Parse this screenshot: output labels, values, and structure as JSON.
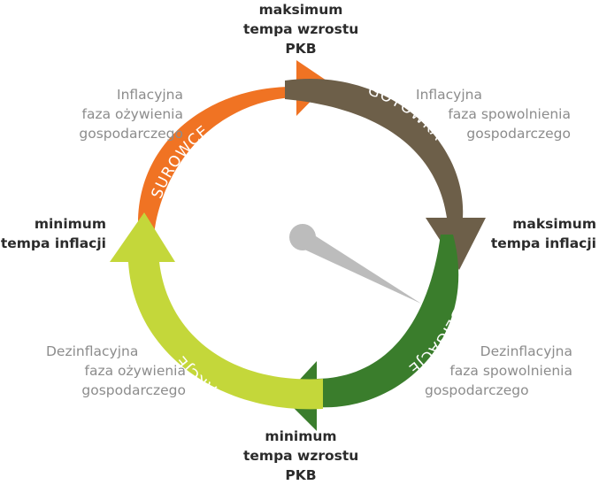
{
  "labels": {
    "top": [
      "maksimum",
      "tempa wzrostu",
      "PKB"
    ],
    "bottom": [
      "minimum",
      "tempa wzrostu",
      "PKB"
    ],
    "left": [
      "minimum",
      "tempa inflacji"
    ],
    "right": [
      "maksimum",
      "tempa inflacji"
    ]
  },
  "phases": {
    "top_left": [
      "Inflacyjna",
      "faza ożywienia",
      "gospodarczego"
    ],
    "top_right": [
      "Inflacyjna",
      "faza spowolnienia",
      "gospodarczego"
    ],
    "bottom_left": [
      "Dezinflacyjna",
      "faza ożywienia",
      "gospodarczego"
    ],
    "bottom_right": [
      "Dezinflacyjna",
      "faza spowolnienia",
      "gospodarczego"
    ]
  },
  "arrows": {
    "surowce": "SUROWCE",
    "gotowka": "GOTÓWKA",
    "obligacje": "OBLIGACJE",
    "akcje": "AKCJE"
  },
  "colors": {
    "surowce": "#f07323",
    "gotowka": "#6d5f49",
    "obligacje": "#3a7d2c",
    "akcje": "#c4d73a",
    "pointer": "#bcbcbc"
  }
}
